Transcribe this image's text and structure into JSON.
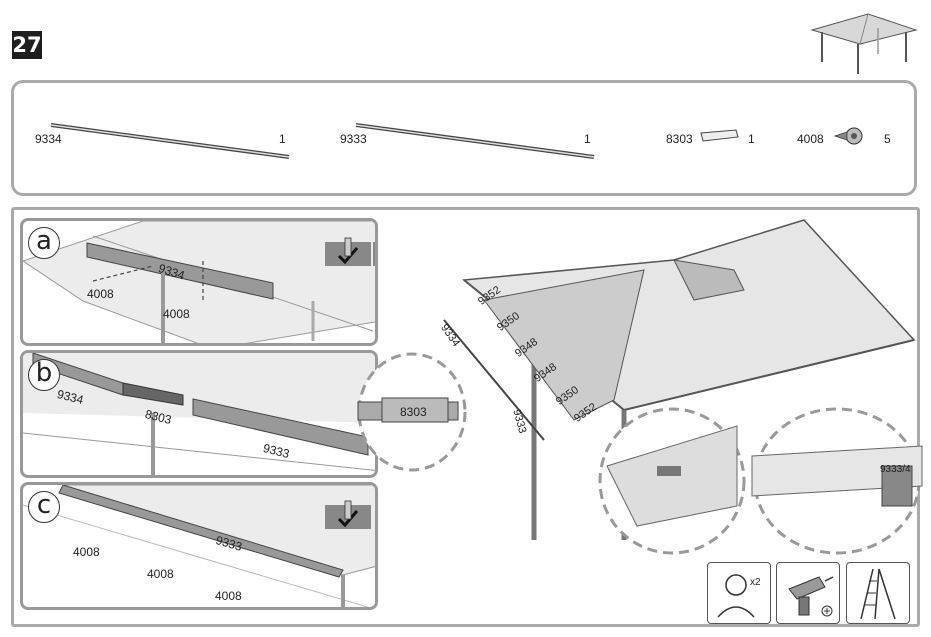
{
  "step": {
    "number": "27"
  },
  "parts": [
    {
      "code": "9334",
      "qty": "1"
    },
    {
      "code": "9333",
      "qty": "1"
    },
    {
      "code": "8303",
      "qty": "1"
    },
    {
      "code": "4008",
      "qty": "5"
    }
  ],
  "panel_a": {
    "label": "a",
    "rail": "9334",
    "screw_left": "4008",
    "screw_right": "4008"
  },
  "panel_b": {
    "label": "b",
    "rail_left": "9334",
    "connector": "8303",
    "rail_right": "9333",
    "zoom_connector": "8303"
  },
  "panel_c": {
    "label": "c",
    "rail": "9333",
    "screw_1": "4008",
    "screw_2": "4008",
    "screw_3": "4008"
  },
  "overview": {
    "rail_left": "9334",
    "rail_right": "9333",
    "panels": [
      "9352",
      "9350",
      "9348",
      "9348",
      "9350",
      "9352"
    ],
    "zoom_label": "9333/4"
  },
  "tools": {
    "people": "x2"
  }
}
